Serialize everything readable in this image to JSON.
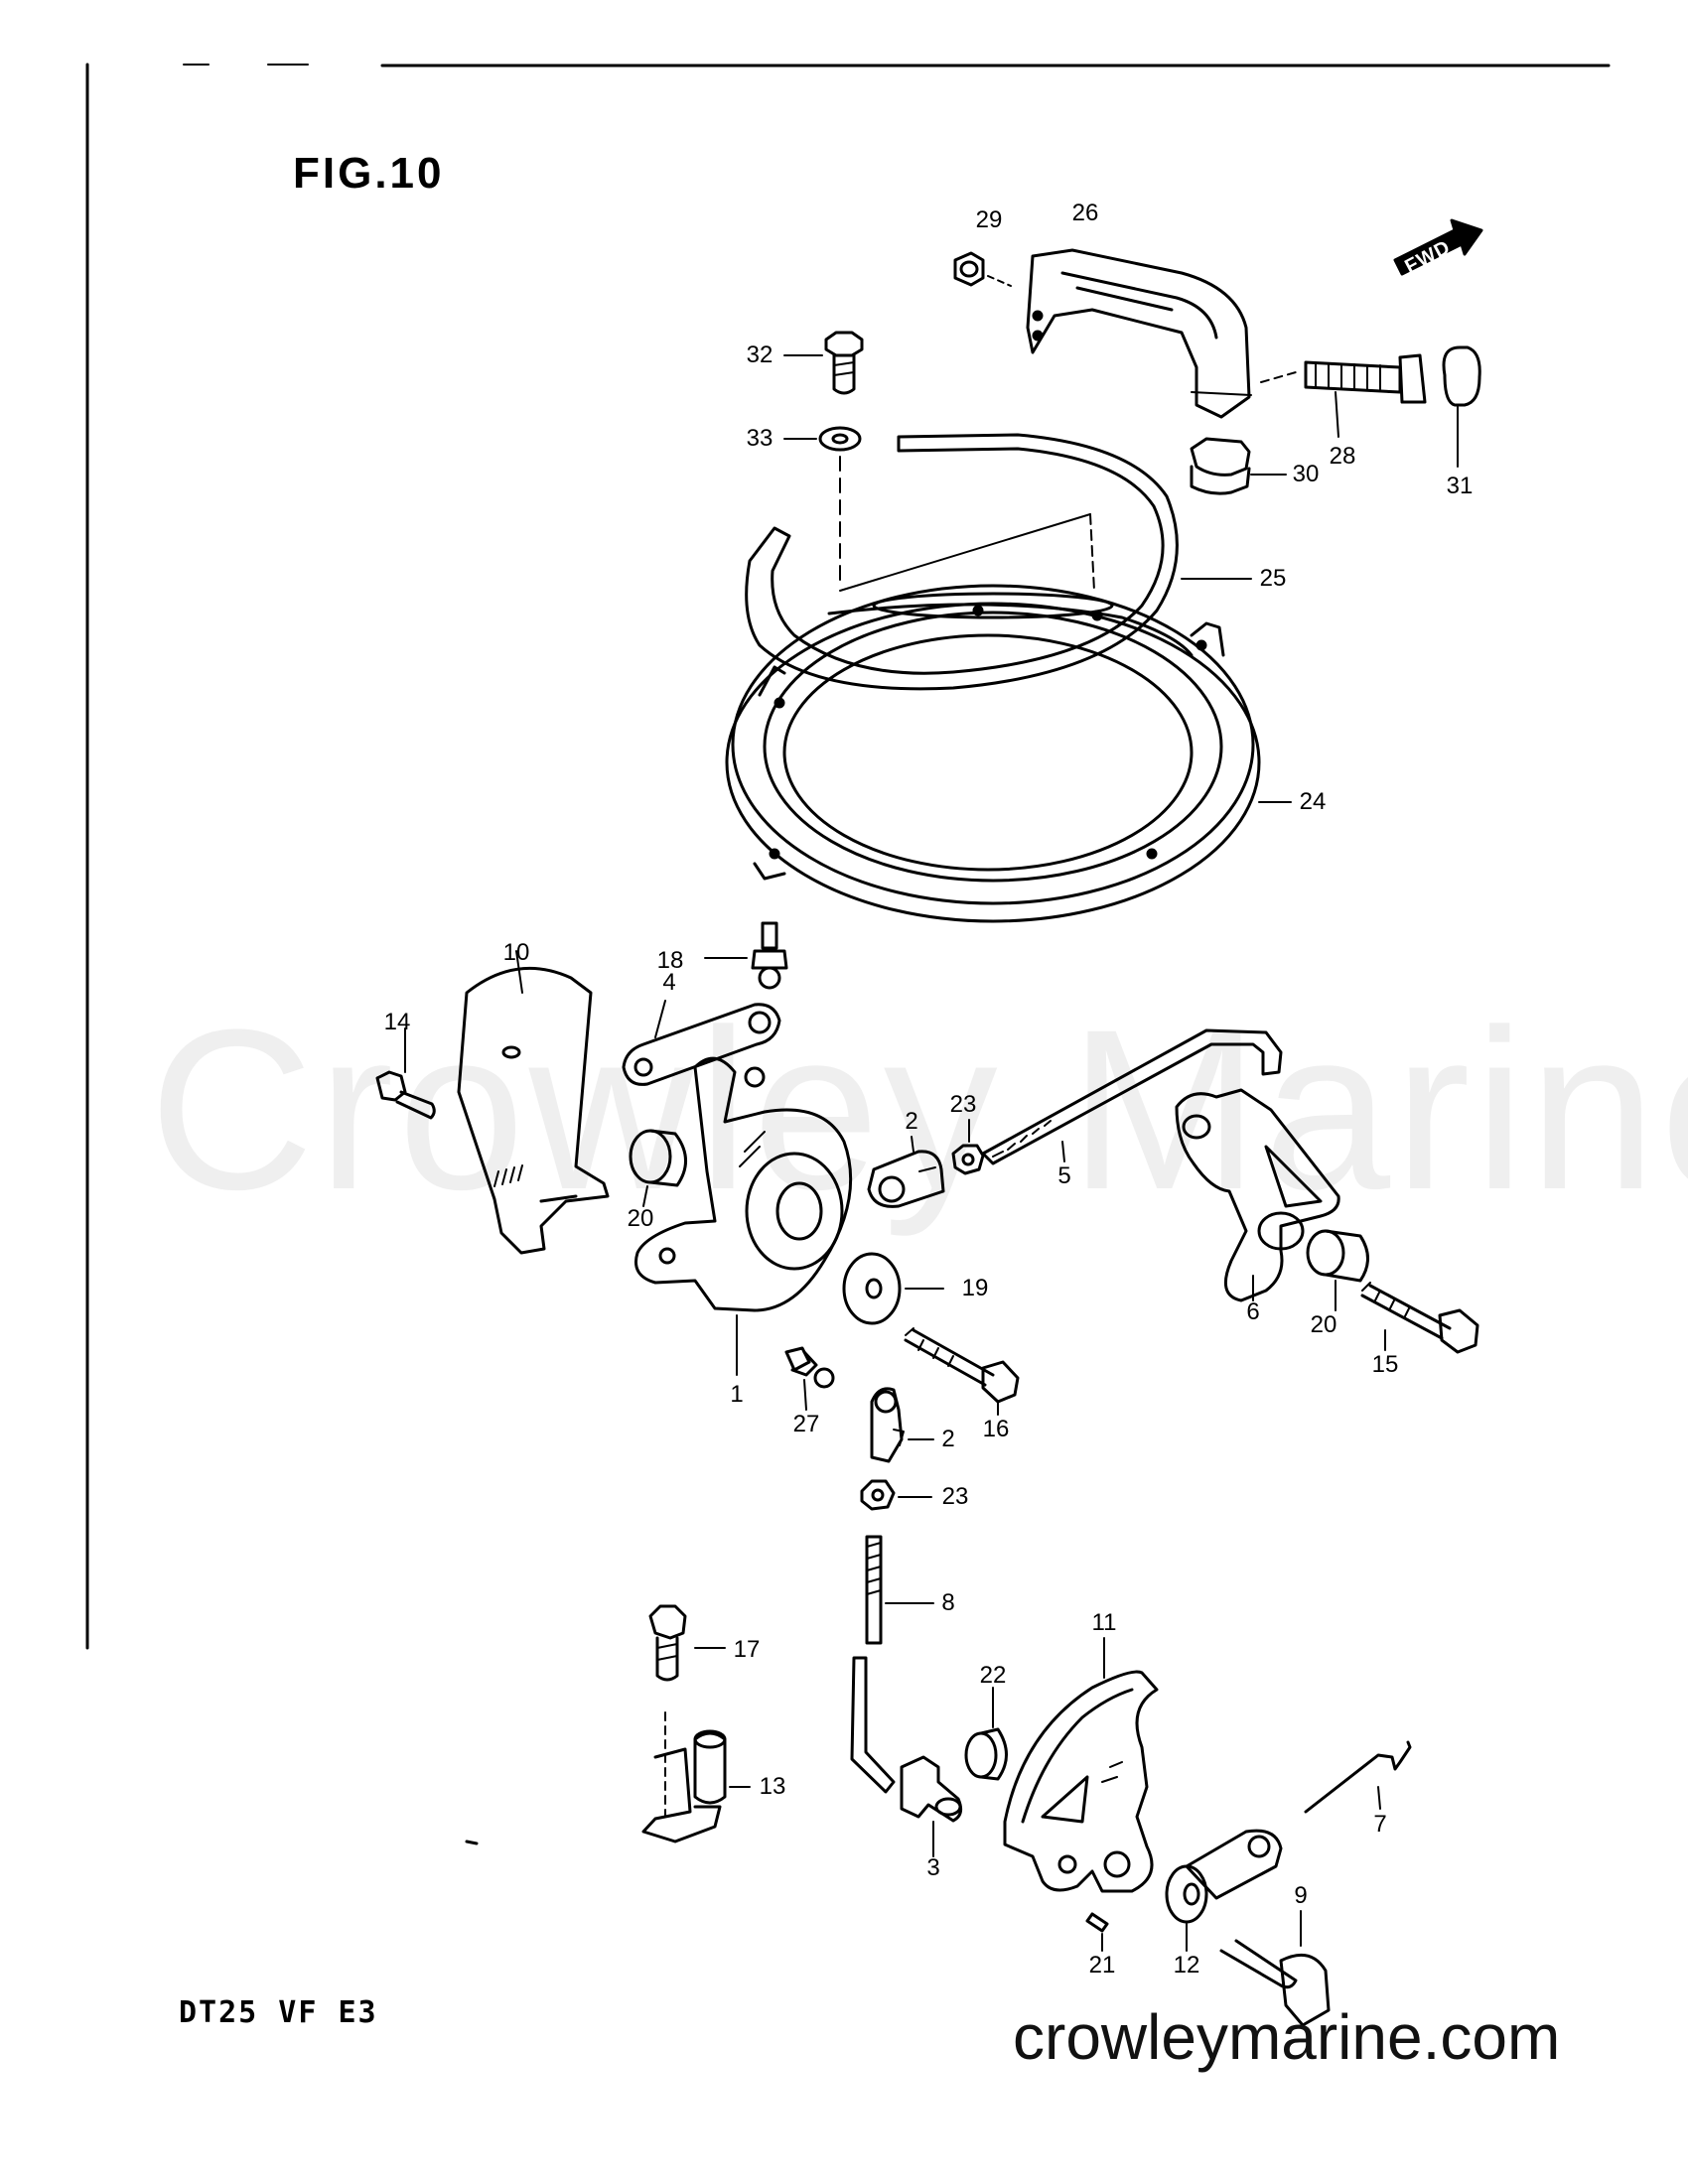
{
  "figure": {
    "title": "FIG.10",
    "model": "DT25 VF E3",
    "watermark": "Crowley Marine",
    "website": "crowleymarine.com",
    "direction_mark": "FWD",
    "callouts": {
      "c1": "1",
      "c2a": "2",
      "c2b": "2",
      "c3": "3",
      "c4": "4",
      "c5": "5",
      "c6": "6",
      "c7": "7",
      "c8": "8",
      "c9": "9",
      "c10": "10",
      "c11": "11",
      "c12": "12",
      "c13": "13",
      "c14": "14",
      "c15": "15",
      "c16": "16",
      "c17": "17",
      "c18": "18",
      "c19": "19",
      "c20a": "20",
      "c20b": "20",
      "c21": "21",
      "c22": "22",
      "c23a": "23",
      "c23b": "23",
      "c24": "24",
      "c25": "25",
      "c26": "26",
      "c27": "27",
      "c28": "28",
      "c29": "29",
      "c30": "30",
      "c31": "31",
      "c32": "32",
      "c33": "33"
    }
  }
}
